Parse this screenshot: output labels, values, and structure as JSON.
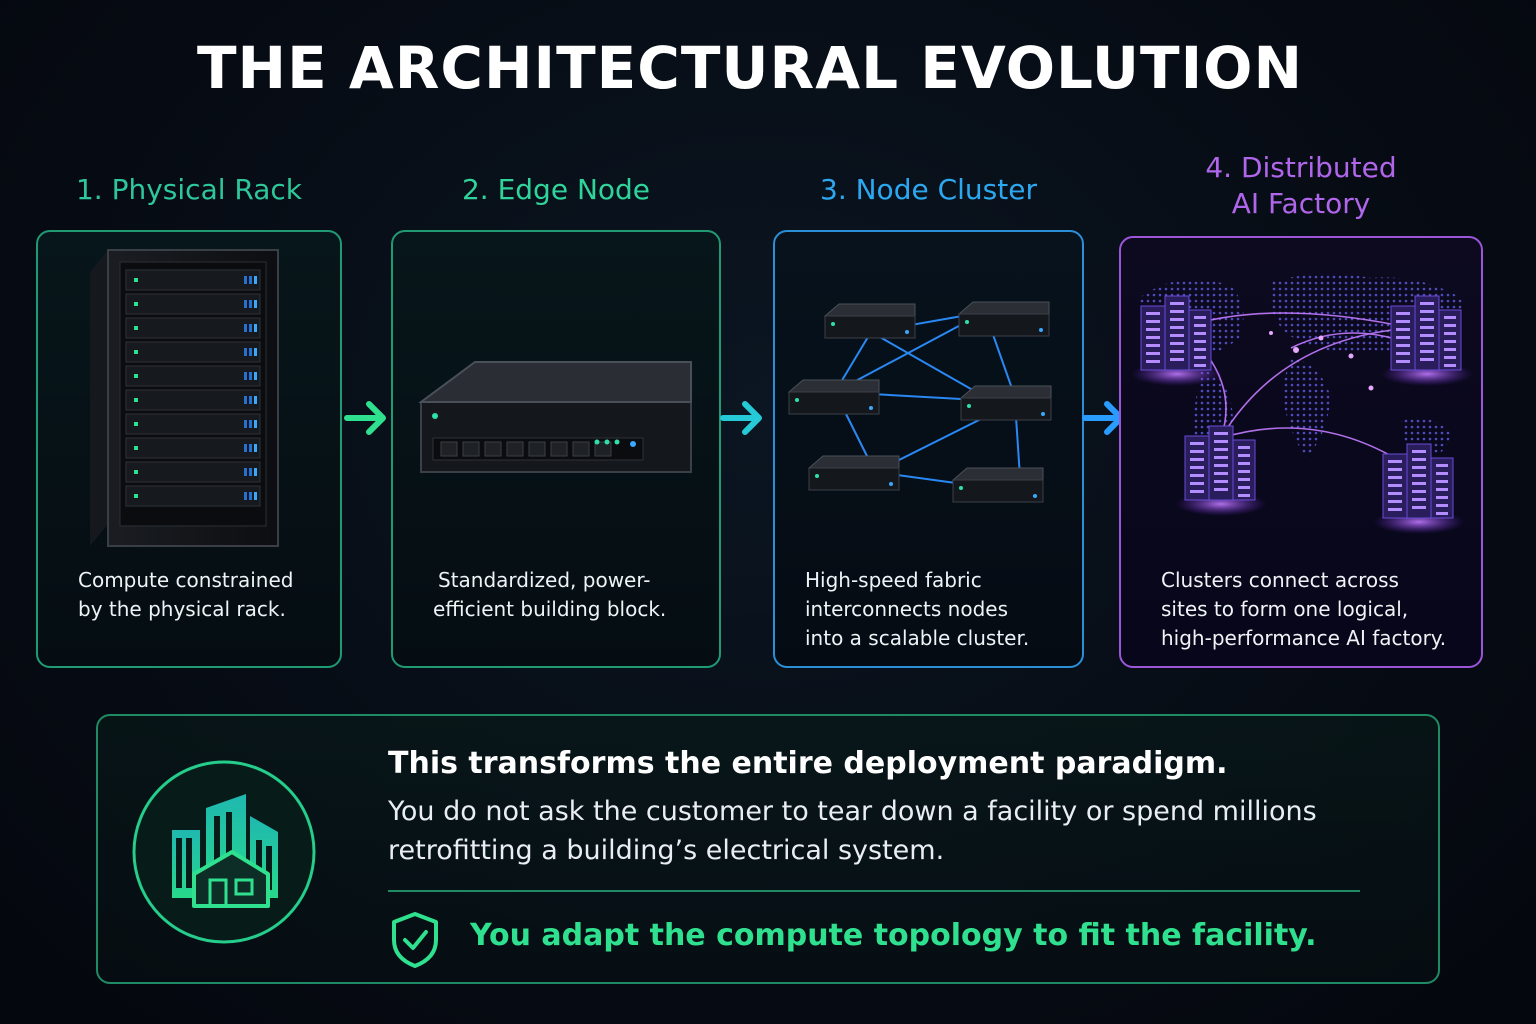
{
  "page": {
    "title": "THE ARCHITECTURAL EVOLUTION"
  },
  "stages": [
    {
      "title_lines": [
        "1. Physical Rack"
      ],
      "description_lines": [
        "Compute constrained",
        "by the physical rack."
      ],
      "color": "#2ec79a",
      "border": "#1f9a73"
    },
    {
      "title_lines": [
        "2. Edge Node"
      ],
      "description_lines": [
        "Standardized, power-",
        "efficient building block."
      ],
      "color": "#2fd49a",
      "border": "#1f9a73"
    },
    {
      "title_lines": [
        "3. Node Cluster"
      ],
      "description_lines": [
        "High-speed fabric",
        "interconnects nodes",
        "into a scalable cluster."
      ],
      "color": "#2ba8f0",
      "border": "#2a8fd6"
    },
    {
      "title_lines": [
        "4. Distributed",
        "AI Factory"
      ],
      "description_lines": [
        "Clusters connect across",
        "sites to form one logical,",
        "high-performance AI factory."
      ],
      "color": "#b066ea",
      "border": "#9b55d8"
    }
  ],
  "summary": {
    "headline": "This transforms the entire deployment paradigm.",
    "body_lines": [
      "You do not ask the customer to tear down a facility or spend millions",
      "retrofitting a building’s electrical system."
    ],
    "tagline": "You adapt the compute topology to fit the facility.",
    "icons": {
      "building": "building-icon",
      "shield": "shield-check-icon"
    },
    "accent": "#2fe08f"
  }
}
